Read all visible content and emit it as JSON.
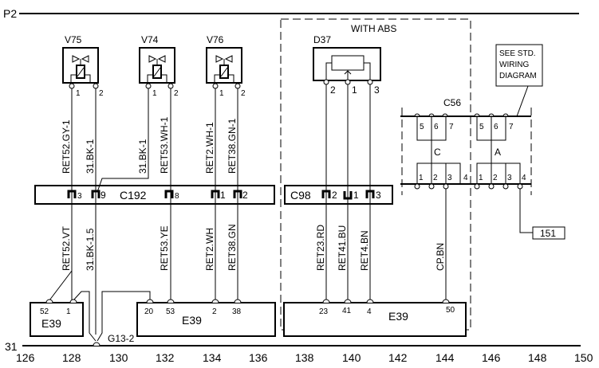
{
  "rails": {
    "top_label": "P2",
    "bottom_label": "31"
  },
  "grid": {
    "ticks": [
      "126",
      "128",
      "130",
      "132",
      "134",
      "136",
      "138",
      "140",
      "142",
      "144",
      "146",
      "148",
      "150"
    ]
  },
  "valves": [
    {
      "id": "V75",
      "pins": [
        "1",
        "2"
      ]
    },
    {
      "id": "V74",
      "pins": [
        "1",
        "2"
      ]
    },
    {
      "id": "V76",
      "pins": [
        "1",
        "2"
      ]
    }
  ],
  "abs_region": {
    "label": "WITH ABS"
  },
  "sensor": {
    "id": "D37",
    "pins": [
      "2",
      "1",
      "3"
    ]
  },
  "note": {
    "lines": [
      "SEE STD.",
      "WIRING",
      "DIAGRAM"
    ]
  },
  "connector_c192": {
    "label": "C192",
    "pins": [
      "3",
      "9",
      "8",
      "1",
      "2"
    ]
  },
  "connector_c98": {
    "label": "C98",
    "pins": [
      "2",
      "1",
      "3"
    ]
  },
  "connector_c56": {
    "label": "C56",
    "left_top_pins": [
      "5",
      "6",
      "7"
    ],
    "right_top_pins": [
      "5",
      "6",
      "7"
    ],
    "left_bottom_pins": [
      "1",
      "2",
      "3",
      "4"
    ],
    "right_bottom_pins": [
      "1",
      "2",
      "3",
      "4"
    ],
    "left_bridge": "C",
    "right_bridge": "A"
  },
  "wires_upper": [
    "RET52.GY-1",
    "31.BK-1",
    "31.BK-1",
    "RET53.WH-1",
    "RET2.WH-1",
    "RET38.GN-1"
  ],
  "wires_lower": [
    "RET52.VT",
    "31.BK-1.5",
    "RET53.YE",
    "RET2.WH",
    "RET38.GN",
    "RET23.RD",
    "RET41.BU",
    "RET4.BN",
    "CP.BN"
  ],
  "ref_box": "151",
  "splice": "G13-2",
  "modules": [
    {
      "id": "E39",
      "pins": [
        "52",
        "1"
      ]
    },
    {
      "id": "E39",
      "pins": [
        "20",
        "53",
        "2",
        "38"
      ]
    },
    {
      "id": "E39",
      "pins": [
        "23",
        "41",
        "4",
        "50"
      ]
    }
  ]
}
